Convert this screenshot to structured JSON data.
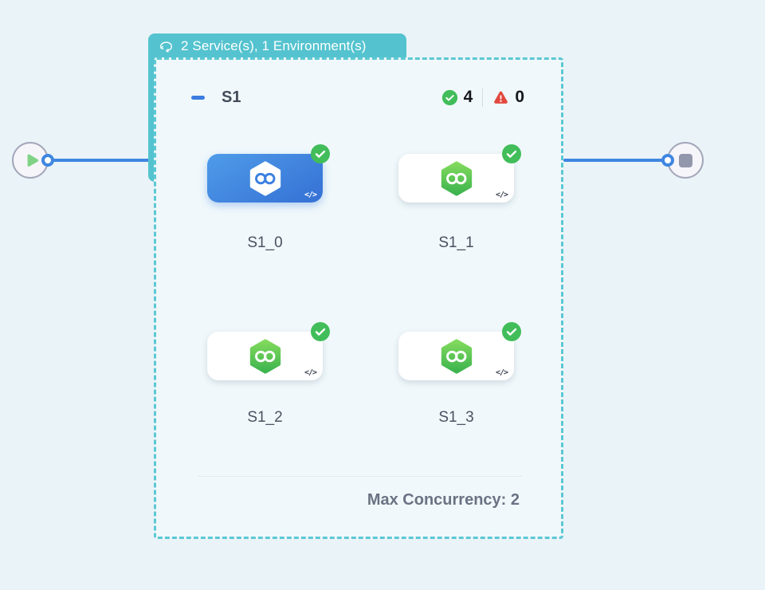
{
  "tab": {
    "label": "2 Service(s), 1 Environment(s)"
  },
  "stage": {
    "name": "S1",
    "success_count": "4",
    "error_count": "0",
    "footer": "Max Concurrency: 2"
  },
  "services": [
    {
      "label": "S1_0",
      "selected": true,
      "status": "success"
    },
    {
      "label": "S1_1",
      "selected": false,
      "status": "success"
    },
    {
      "label": "S1_2",
      "selected": false,
      "status": "success"
    },
    {
      "label": "S1_3",
      "selected": false,
      "status": "success"
    }
  ],
  "icons": {
    "code_glyph": "</>"
  },
  "colors": {
    "page_background": "#e9f3f8",
    "accent_teal": "#54c3cf",
    "edge_blue": "#3f86e0",
    "selected_card_blue": "#3b7fe0",
    "success_green": "#41bd5a",
    "error_red": "#e2493e"
  }
}
